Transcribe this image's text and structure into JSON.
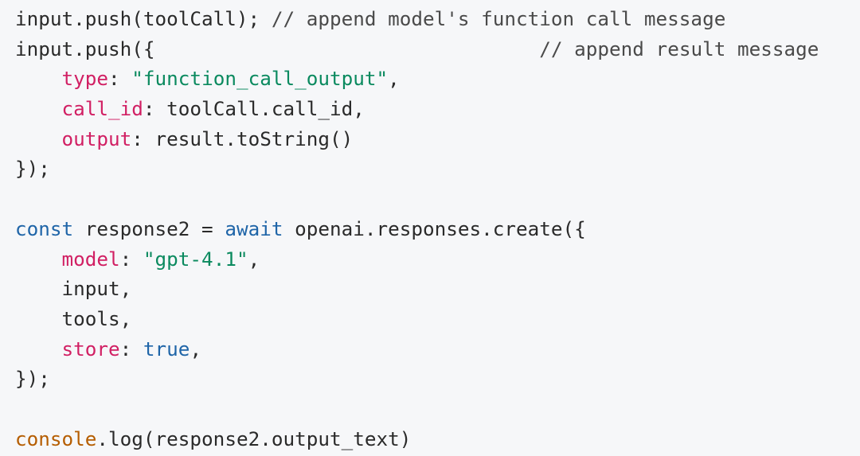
{
  "colors": {
    "background": "#f6f7f9",
    "plain": "#2a2a2a",
    "comment": "#4a4a4a",
    "property": "#d11f63",
    "string": "#0b8a5f",
    "keyword": "#1f65a8",
    "builtin": "#b55d00"
  },
  "code": {
    "lines": [
      {
        "tokens": [
          {
            "type": "plain",
            "text": "input.push(toolCall); "
          },
          {
            "type": "comment",
            "text": "// append model's function call message"
          }
        ]
      },
      {
        "tokens": [
          {
            "type": "plain",
            "text": "input.push({"
          },
          {
            "type": "plain",
            "text": "                                 "
          },
          {
            "type": "comment",
            "text": "// append result message"
          }
        ]
      },
      {
        "tokens": [
          {
            "type": "plain",
            "text": "    "
          },
          {
            "type": "prop",
            "text": "type"
          },
          {
            "type": "plain",
            "text": ": "
          },
          {
            "type": "string",
            "text": "\"function_call_output\""
          },
          {
            "type": "plain",
            "text": ","
          }
        ]
      },
      {
        "tokens": [
          {
            "type": "plain",
            "text": "    "
          },
          {
            "type": "prop",
            "text": "call_id"
          },
          {
            "type": "plain",
            "text": ": toolCall.call_id,"
          }
        ]
      },
      {
        "tokens": [
          {
            "type": "plain",
            "text": "    "
          },
          {
            "type": "prop",
            "text": "output"
          },
          {
            "type": "plain",
            "text": ": result.toString()"
          }
        ]
      },
      {
        "tokens": [
          {
            "type": "plain",
            "text": "});"
          }
        ]
      },
      {
        "tokens": []
      },
      {
        "tokens": [
          {
            "type": "keyword",
            "text": "const"
          },
          {
            "type": "plain",
            "text": " response2 = "
          },
          {
            "type": "keyword",
            "text": "await"
          },
          {
            "type": "plain",
            "text": " openai.responses.create({"
          }
        ]
      },
      {
        "tokens": [
          {
            "type": "plain",
            "text": "    "
          },
          {
            "type": "prop",
            "text": "model"
          },
          {
            "type": "plain",
            "text": ": "
          },
          {
            "type": "string",
            "text": "\"gpt-4.1\""
          },
          {
            "type": "plain",
            "text": ","
          }
        ]
      },
      {
        "tokens": [
          {
            "type": "plain",
            "text": "    input,"
          }
        ]
      },
      {
        "tokens": [
          {
            "type": "plain",
            "text": "    tools,"
          }
        ]
      },
      {
        "tokens": [
          {
            "type": "plain",
            "text": "    "
          },
          {
            "type": "prop",
            "text": "store"
          },
          {
            "type": "plain",
            "text": ": "
          },
          {
            "type": "keyword",
            "text": "true"
          },
          {
            "type": "plain",
            "text": ","
          }
        ]
      },
      {
        "tokens": [
          {
            "type": "plain",
            "text": "});"
          }
        ]
      },
      {
        "tokens": []
      },
      {
        "tokens": [
          {
            "type": "builtin",
            "text": "console"
          },
          {
            "type": "plain",
            "text": ".log(response2.output_text)"
          }
        ]
      }
    ]
  }
}
